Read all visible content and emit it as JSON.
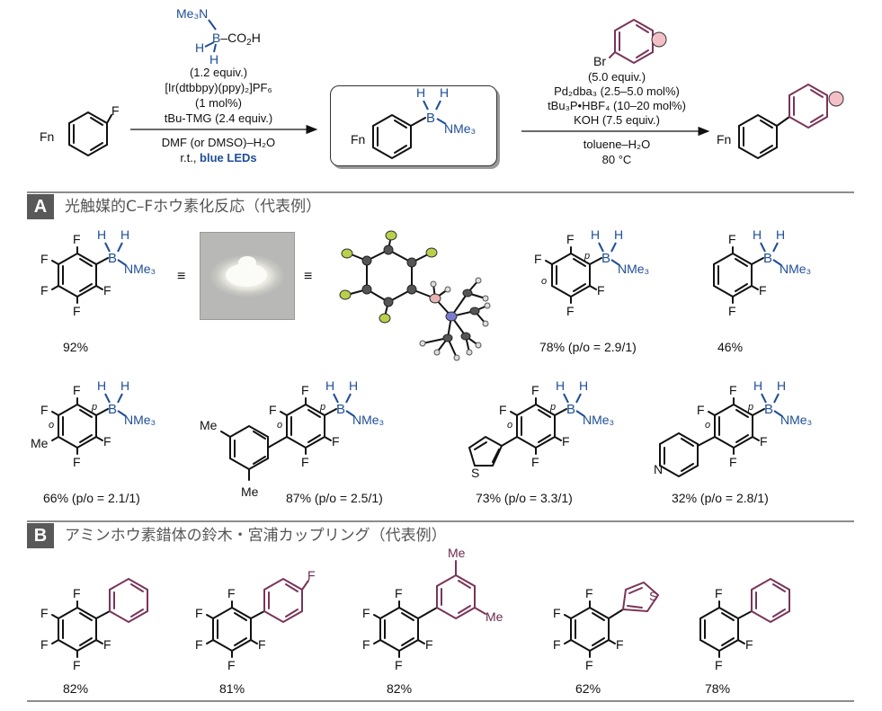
{
  "scheme": {
    "reagent_top_left": [
      "Me₃N",
      "B–CO₂H",
      "H",
      "H"
    ],
    "step1_conditions": [
      "(1.2 equiv.)",
      "[Ir(dtbbpy)(ppy)₂]PF₆",
      "(1 mol%)",
      "tBu-TMG (2.4 equiv.)",
      "DMF (or DMSO)–H₂O",
      "r.t., ",
      "blue LEDs"
    ],
    "substrate_label": "Fn",
    "substrate_F": "F",
    "intermediate_labels": [
      "H",
      "H",
      "B",
      "NMe₃",
      "Fn"
    ],
    "step2_reagent": "Br",
    "step2_conditions": [
      "(5.0 equiv.)",
      "Pd₂dba₃ (2.5–5.0 mol%)",
      "tBu₃P•HBF₄ (10–20 mol%)",
      "KOH (7.5 equiv.)",
      "toluene–H₂O",
      "80 °C"
    ],
    "product_label": "Fn"
  },
  "section_a": {
    "letter": "A",
    "title": "光触媒的C–Fホウ素化反応（代表例）",
    "equiv_symbol": "≡",
    "yields": [
      "92%",
      "78% (p/o = 2.9/1)",
      "46%",
      "66% (p/o = 2.1/1)",
      "87% (p/o = 2.5/1)",
      "73% (p/o = 3.3/1)",
      "32% (p/o = 2.8/1)"
    ]
  },
  "section_b": {
    "letter": "B",
    "title": "アミンホウ素錯体の鈴木・宮浦カップリング（代表例）",
    "yields": [
      "82%",
      "81%",
      "82%",
      "62%",
      "78%"
    ]
  },
  "atom_labels": {
    "F": "F",
    "Me": "Me",
    "S": "S",
    "N": "N",
    "o": "o",
    "p": "p",
    "H": "H",
    "B": "B",
    "NMe3": "NMe₃"
  },
  "colors": {
    "boron": "#1f4e96",
    "aryl": "#6b2a4e",
    "ring_dot": "#f4c0c8",
    "section_label": "#595959"
  }
}
